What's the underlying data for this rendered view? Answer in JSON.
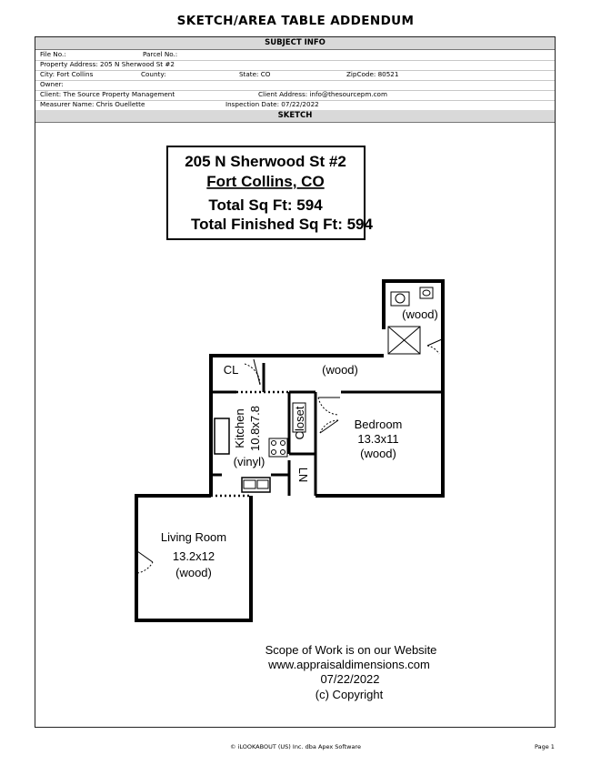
{
  "document": {
    "title": "SKETCH/AREA TABLE ADDENDUM"
  },
  "subject_info": {
    "header": "SUBJECT INFO",
    "file_no": "File No.:",
    "parcel_no": "Parcel No.:",
    "property_address": "Property Address: 205 N Sherwood St #2",
    "city": "City: Fort Collins",
    "county": "County:",
    "state": "State: CO",
    "zipcode": "ZipCode: 80521",
    "owner": "Owner:",
    "client": "Client: The Source Property Management",
    "client_address": "Client Address: info@thesourcepm.com",
    "measurer": "Measurer Name: Chris Ouellette",
    "inspection_date": "Inspection Date: 07/22/2022"
  },
  "sketch": {
    "header": "SKETCH",
    "summary_box": {
      "address": "205 N Sherwood St #2",
      "city": "Fort Collins, CO",
      "total_sqft": "Total Sq Ft: 594",
      "total_finished_sqft": "Total Finished Sq Ft: 594"
    },
    "rooms": {
      "bath_floor": "(wood)",
      "cl": "CL",
      "hall_floor": "(wood)",
      "kitchen_name": "Kitchen",
      "kitchen_dims": "10.8x7.8",
      "kitchen_floor": "(vinyl)",
      "closet": "Closet",
      "bedroom_name": "Bedroom",
      "bedroom_dims": "13.3x11",
      "bedroom_floor": "(wood)",
      "ln": "LN",
      "living_name": "Living Room",
      "living_dims": "13.2x12",
      "living_floor": "(wood)"
    },
    "scope_note": {
      "line1": "Scope of Work is on our Website",
      "line2": "www.appraisaldimensions.com",
      "line3": "07/22/2022",
      "line4": "(c) Copyright"
    }
  },
  "footer": {
    "credit": "© iLOOKABOUT (US) Inc. dba Apex Software",
    "page": "Page 1"
  }
}
